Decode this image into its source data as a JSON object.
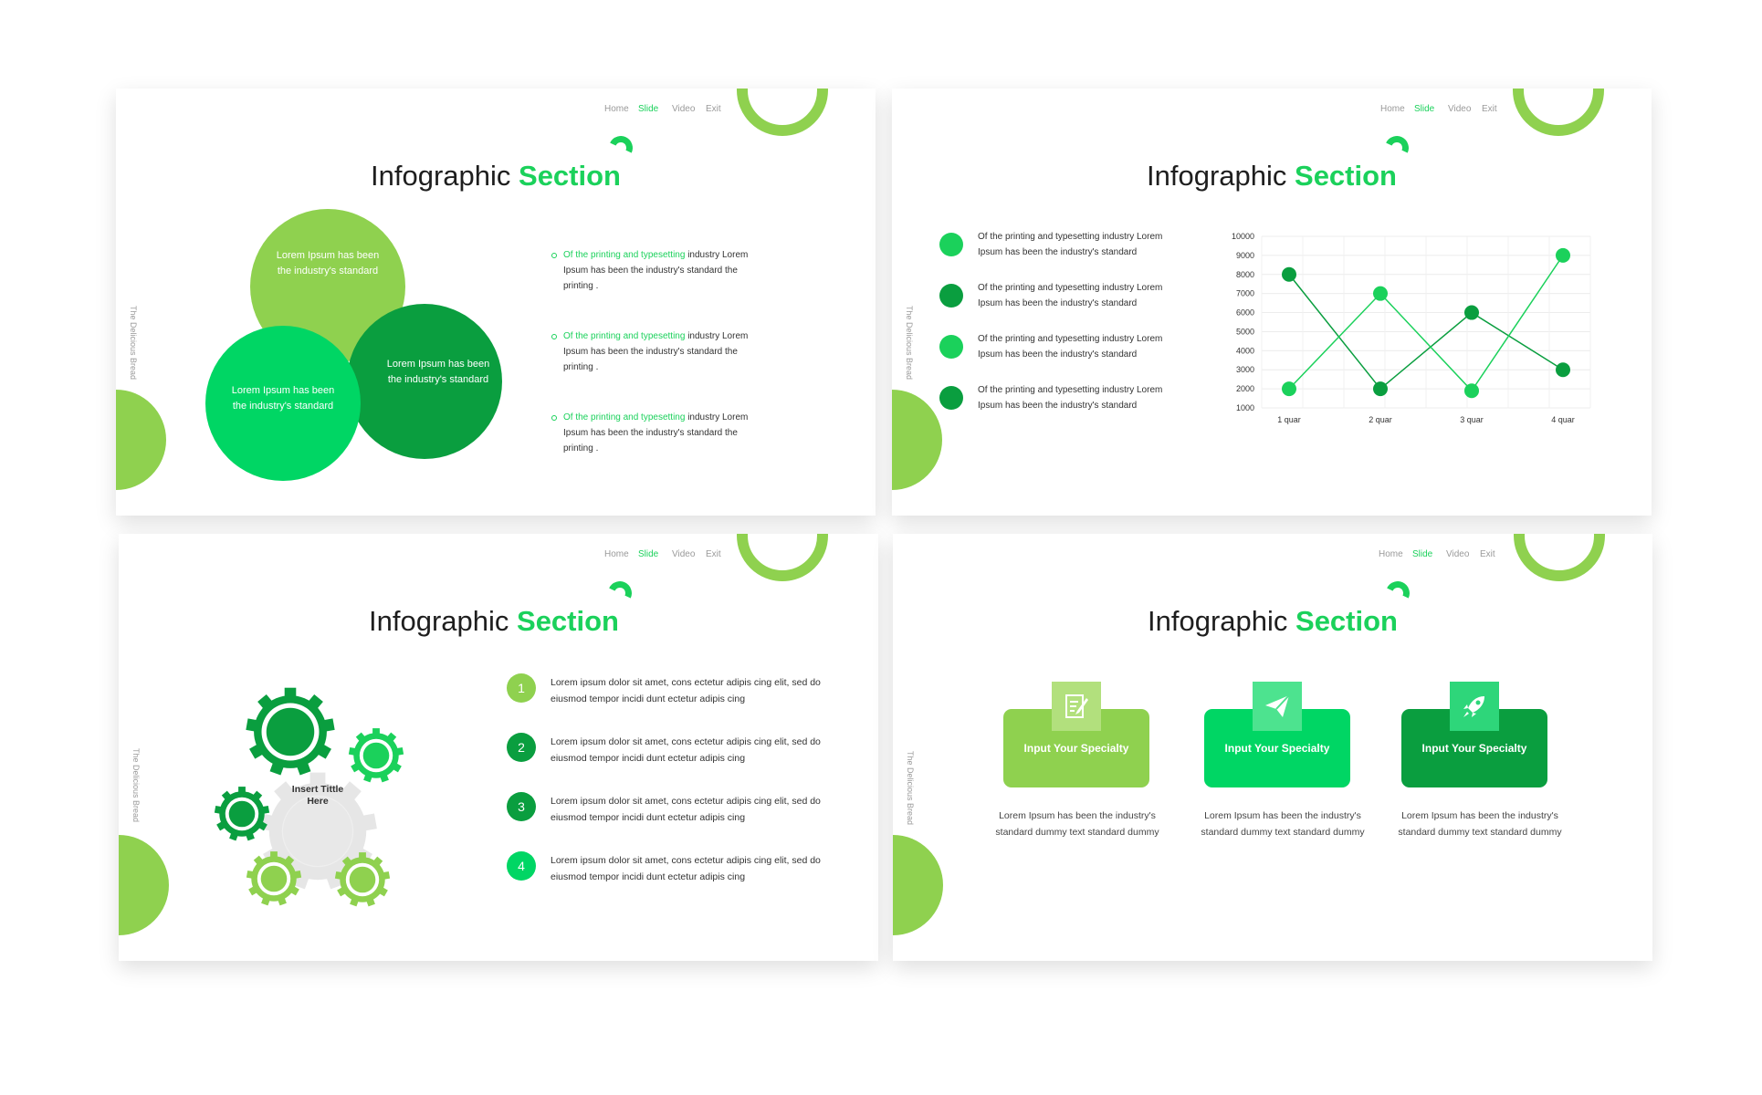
{
  "nav": {
    "home": "Home",
    "slide": "Slide",
    "video": "Video",
    "exit": "Exit"
  },
  "side_label": "The Delicious Bread",
  "title": {
    "plain": "Infographic ",
    "accent": "Section"
  },
  "colors": {
    "green": "#1bd15b",
    "lime": "#8fd14f",
    "dark_green": "#0a9e3f",
    "bright_green": "#00d664"
  },
  "slide1": {
    "circles": [
      "Lorem Ipsum has been the industry's standard",
      "Lorem Ipsum has been the industry's standard",
      "Lorem Ipsum has been the industry's standard"
    ],
    "bullets": [
      {
        "accent": "Of the printing and typesetting",
        "rest": " industry Lorem Ipsum has been the industry's standard the printing ."
      },
      {
        "accent": "Of the printing and typesetting",
        "rest": " industry Lorem Ipsum has been the industry's standard the printing ."
      },
      {
        "accent": "Of the printing and typesetting",
        "rest": " industry Lorem Ipsum has been the industry's standard the printing ."
      }
    ]
  },
  "slide2": {
    "items": [
      "Of the printing and typesetting industry Lorem Ipsum has been the industry's standard",
      "Of the printing and typesetting industry Lorem Ipsum has been the industry's standard",
      "Of the printing and typesetting industry Lorem Ipsum has been the industry's standard",
      "Of the printing and typesetting industry Lorem Ipsum has been the industry's standard"
    ]
  },
  "chart_data": {
    "type": "line",
    "categories": [
      "1 quar",
      "2 quar",
      "3 quar",
      "4 quar"
    ],
    "series": [
      {
        "values": [
          8000,
          2000,
          6000,
          3000
        ],
        "color": "#0a9e3f"
      },
      {
        "values": [
          2000,
          7000,
          1900,
          9000
        ],
        "color": "#1bd15b"
      }
    ],
    "yticks": [
      "1000",
      "2000",
      "3000",
      "4000",
      "5000",
      "6000",
      "7000",
      "8000",
      "9000",
      "10000"
    ],
    "ylim": [
      1000,
      10000
    ],
    "grid": true
  },
  "slide3": {
    "center_label": "Insert Tittle Here",
    "items": [
      {
        "num": "1",
        "text": "Lorem ipsum dolor sit amet, cons ectetur adipis cing elit, sed do eiusmod tempor incidi dunt ectetur adipis cing"
      },
      {
        "num": "2",
        "text": "Lorem ipsum dolor sit amet, cons ectetur adipis cing elit, sed do eiusmod tempor incidi dunt ectetur adipis cing"
      },
      {
        "num": "3",
        "text": "Lorem ipsum dolor sit amet, cons ectetur adipis cing elit, sed do eiusmod tempor incidi dunt ectetur adipis cing"
      },
      {
        "num": "4",
        "text": "Lorem ipsum dolor sit amet, cons ectetur adipis cing elit, sed do eiusmod tempor incidi dunt ectetur adipis cing"
      }
    ]
  },
  "slide4": {
    "cards": [
      {
        "label": "Input Your Specialty",
        "desc": "Lorem Ipsum has been the industry's standard dummy text standard dummy",
        "icon": "document-edit-icon"
      },
      {
        "label": "Input Your Specialty",
        "desc": "Lorem Ipsum has been the industry's standard dummy text standard dummy",
        "icon": "paper-plane-icon"
      },
      {
        "label": "Input Your Specialty",
        "desc": "Lorem Ipsum has been the industry's standard dummy text standard dummy",
        "icon": "rocket-icon"
      }
    ]
  }
}
